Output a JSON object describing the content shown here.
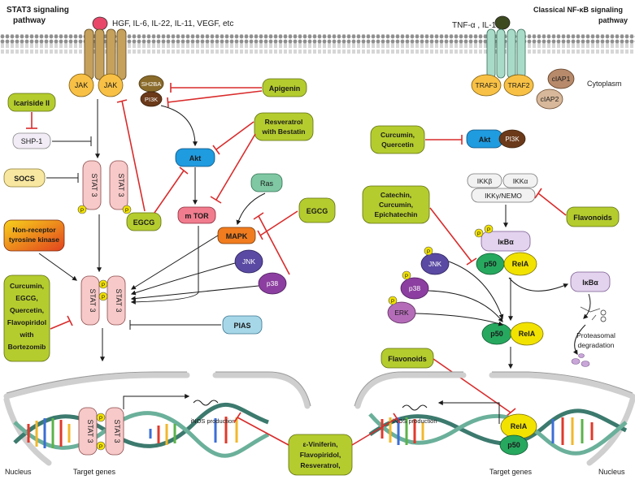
{
  "left": {
    "title_line1": "STAT3 signaling",
    "title_line2": "pathway",
    "ligands": "HGF, IL-6, IL-22, IL-11, VEGF, etc",
    "jak": "JAK",
    "sh2ba": "SH2BA",
    "pi3k": "PI3K",
    "akt": "Akt",
    "mtor": "m TOR",
    "ras": "Ras",
    "mapk": "MAPK",
    "jnk": "JNK",
    "p38": "p38",
    "shp1": "SHP-1",
    "socs": "SOCS",
    "pias": "PIAS",
    "stat3": "STAT 3",
    "p": "P",
    "nucleus": "Nucleus",
    "target_genes": "Target genes",
    "inos": "iNOS production",
    "drugs": {
      "icariside_1": "Icariside II",
      "apigenin": "Apigenin",
      "resveratrol_1": "Resveratrol",
      "resveratrol_2": "with Bestatin",
      "egcg_left": "EGCG",
      "egcg_right": "EGCG",
      "nrtk_1": "Non-receptor",
      "nrtk_2": "tyrosine kinase",
      "combo_1": "Curcumin,",
      "combo_2": "EGCG,",
      "combo_3": "Quercetin,",
      "combo_4": "Flavopiridol",
      "combo_5": "with",
      "combo_6": "Bortezomib"
    }
  },
  "right": {
    "title_line1": "Classical  NF-κB signaling",
    "title_line2": "pathway",
    "ligands": "TNF-α , IL-1",
    "cytoplasm": "Cytoplasm",
    "traf3": "TRAF3",
    "traf2": "TRAF2",
    "ciap1": "cIAP1",
    "ciap2": "cIAP2",
    "akt": "Akt",
    "pi3k": "PI3K",
    "ikkb": "IKKβ",
    "ikka": "IKKα",
    "nemo": "IKKγ/NEMO",
    "ikba": "IκBα",
    "p50": "p50",
    "rela": "RelA",
    "jnk": "JNK",
    "p38": "p38",
    "erk": "ERK",
    "ikba_free": "IκBα",
    "proteasomal_1": "Proteasomal",
    "proteasomal_2": "degradation",
    "p": "P",
    "nucleus": "Nucleus",
    "target_genes": "Target genes",
    "inos": "iNOS production",
    "drugs": {
      "curq_1": "Curcumin,",
      "curq_2": "Quercetin",
      "cce_1": "Catechin,",
      "cce_2": "Curcumin,",
      "cce_3": "Epichatechin",
      "flavonoids_top": "Flavonoids",
      "flavonoids_low": "Flavonoids"
    }
  },
  "center": {
    "viniferin_1": "ε-Viniferin,",
    "viniferin_2": "Flavopiridol,",
    "viniferin_3": "Resveratrol,"
  },
  "colors": {
    "drug_fill": "#b5cc2e",
    "inhibit": "#d92b2b",
    "akt": "#1f9be0",
    "stat3": "#f7c9c9",
    "rela": "#f2e200",
    "p50": "#27a85f",
    "jnk": "#5a4aa3",
    "p38": "#8c3fa0",
    "erk": "#b46cb8",
    "mapk": "#f07c1f",
    "mtor": "#f17c8e",
    "ras": "#7fc8a3",
    "pias": "#a6d7e8",
    "jak": "#f8c145",
    "receptor_left": "#c6a15c",
    "receptor_right": "#a8dbc8"
  }
}
